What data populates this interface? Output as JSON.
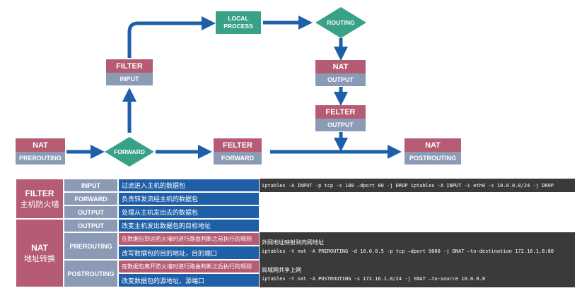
{
  "diagram": {
    "filter_input": {
      "top": "FILTER",
      "bottom": "INPUT"
    },
    "local_process": {
      "line1": "LOCAL",
      "line2": "PROCESS"
    },
    "routing": "ROUTING",
    "nat_output": {
      "top": "NAT",
      "bottom": "OUTPUT"
    },
    "felter_output": {
      "top": "FELTER",
      "bottom": "OUTPUT"
    },
    "nat_prerouting": {
      "top": "NAT",
      "bottom": "PREROUTING"
    },
    "forward": "FORWARD",
    "felter_forward": {
      "top": "FELTER",
      "bottom": "FORWARD"
    },
    "nat_postrouting": {
      "top": "NAT",
      "bottom": "POSTROUTING"
    }
  },
  "table": {
    "filter": {
      "name_en": "FILTER",
      "name_zh": "主机防火墙",
      "rows": [
        {
          "chain": "INPUT",
          "desc": "过滤进入主机的数据包",
          "cmd": "iptables -A INPUT -p tcp -s 188 —dport 80 -j DROP iptables -A INPUT -i eth0 -s 10.0.0.0/24 -j DROP"
        },
        {
          "chain": "FORWARD",
          "desc": "负责转发流经主机的数据包"
        },
        {
          "chain": "OUTPUT",
          "desc": "处理从主机发出去的数据包"
        }
      ]
    },
    "nat": {
      "name_en": "NAT",
      "name_zh": "地址转换",
      "output": {
        "chain": "OUTPUT",
        "desc": "改变主机发出数据包的目标地址"
      },
      "prerouting": {
        "chain": "PREROUTING",
        "desc1": "在数据包到达防火墙时进行路由判断之前执行的规则",
        "desc2": "改写数据包的目的地址，目的端口",
        "cmd_title": "外网地址映射到内网地址",
        "cmd": "iptables -t nat -A PREROUTING -d 10.0.0.5 -p tcp —dport 9000 -j DNAT —to-destination 172.16.1.8:80"
      },
      "postrouting": {
        "chain": "POSTROUTING",
        "desc1": "在数据包离开防火墙时进行路由判断之后执行的规则",
        "desc2": "改变数据包的源地址，源端口",
        "cmd_title": "局域网共享上网",
        "cmd": "iptables -t nat -A POSTROUTING -s 172.16.1.0/24 -j SNAT —to-source 10.0.0.8"
      }
    }
  },
  "colors": {
    "pink": "#b55c74",
    "slate": "#8b9ab5",
    "teal": "#3aa189",
    "blue": "#1f5fa8",
    "dark": "#3a3a3a"
  }
}
